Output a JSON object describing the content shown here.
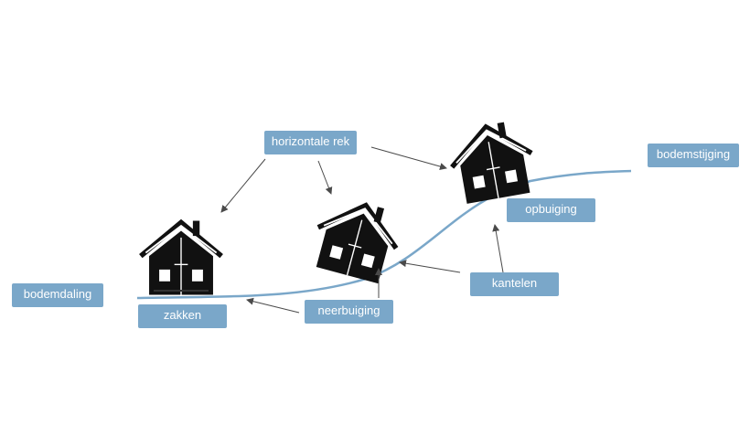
{
  "labels": {
    "horizontale_rek": "horizontale rek",
    "bodemstijging": "bodemstijging",
    "opbuiging": "opbuiging",
    "kantelen": "kantelen",
    "neerbuiging": "neerbuiging",
    "zakken": "zakken",
    "bodemdaling": "bodemdaling"
  },
  "colors": {
    "label_bg": "#7aa7c9",
    "label_text": "#ffffff",
    "ground_line": "#7aa7c9",
    "arrow": "#4a4a4a",
    "house": "#111111"
  },
  "icons": [
    "house-icon",
    "arrow-icon"
  ]
}
